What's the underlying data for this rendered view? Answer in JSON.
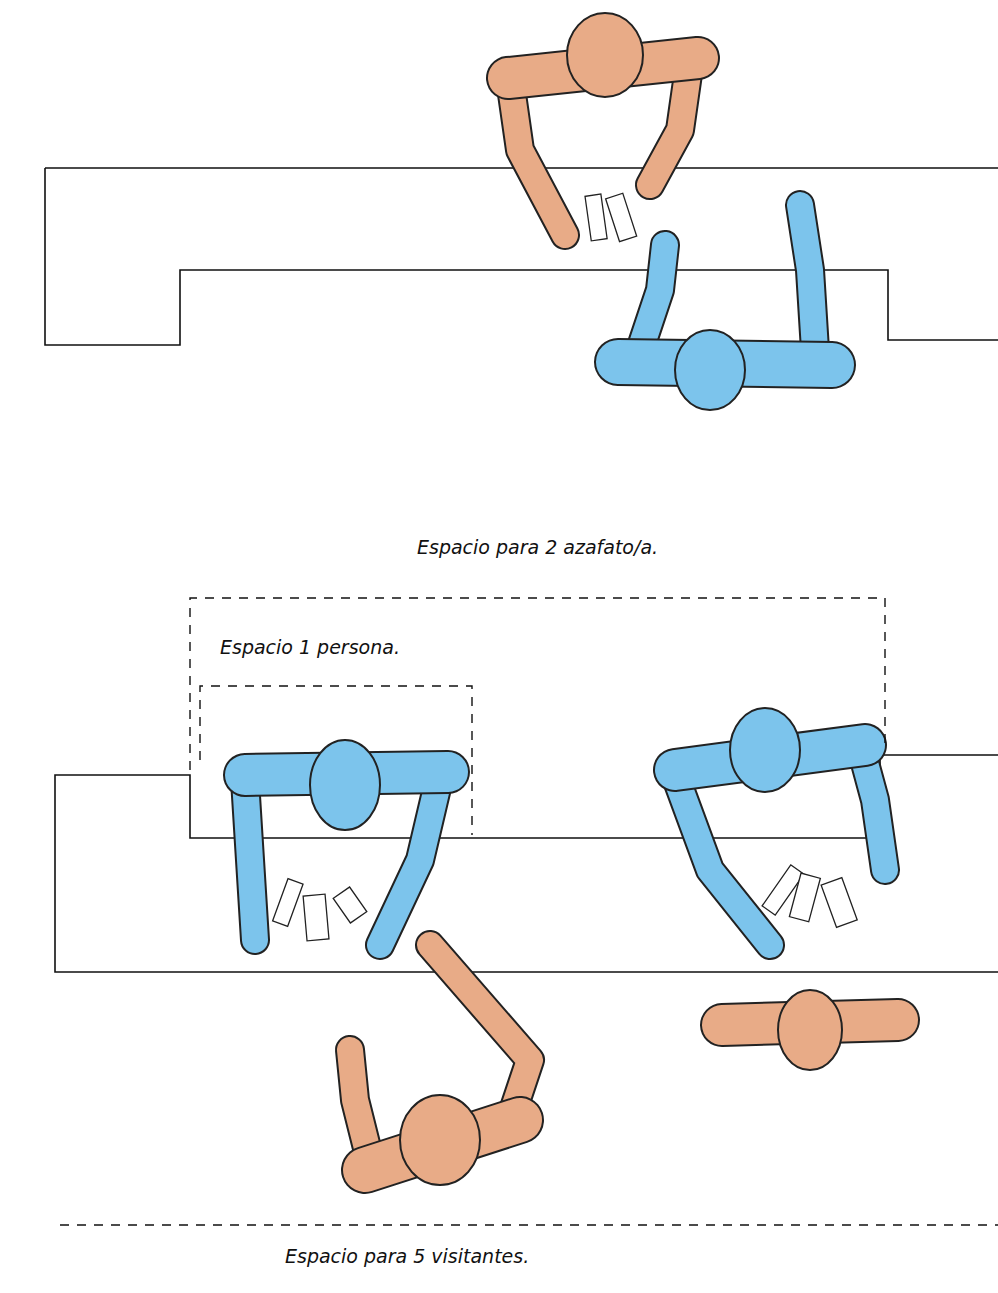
{
  "diagram": {
    "nodes": [
      {
        "text": [
          "Espacio para 2 azafato/a."
        ]
      },
      {
        "text": [
          "Espacio 1 persona."
        ],
        "in": 0
      }
    ],
    "labels": [
      "Espacio para 5 visitantes."
    ]
  }
}
